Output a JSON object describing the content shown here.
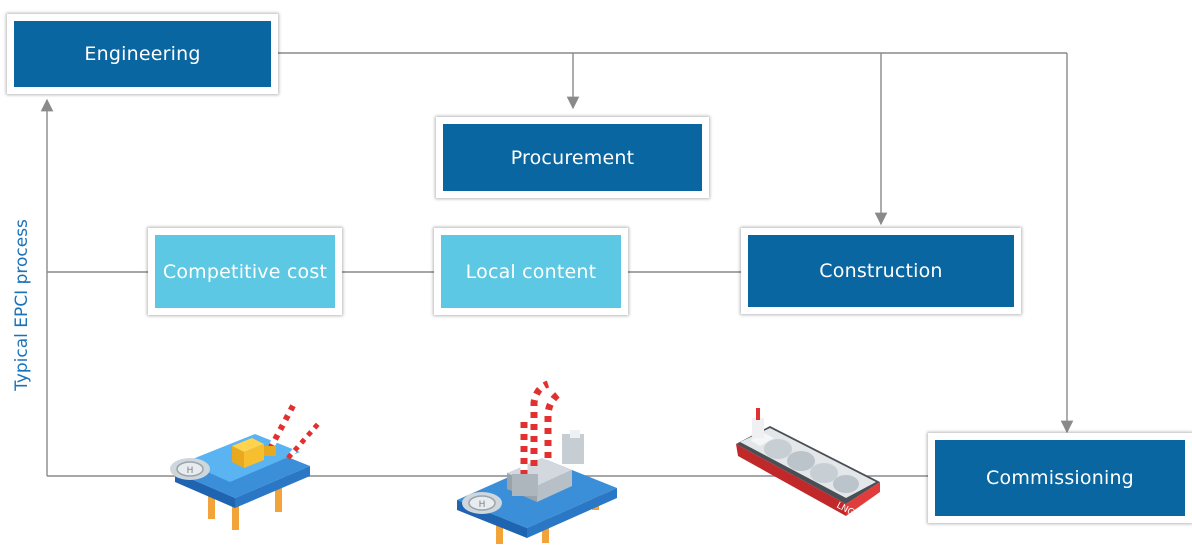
{
  "side_label": "Typical EPCI process",
  "nodes": {
    "engineering": "Engineering",
    "procurement": "Procurement",
    "competitive_cost": "Competitive cost",
    "local_content": "Local content",
    "construction": "Construction",
    "commissioning": "Commissioning"
  },
  "icons": {
    "platform_1": "offshore-platform-crane-icon",
    "platform_2": "offshore-production-platform-icon",
    "ship": "lng-carrier-ship-icon",
    "ship_text": "LNG"
  },
  "colors": {
    "dark_box": "#0a66a0",
    "light_box": "#5cc8e4",
    "label": "#1a72b8",
    "connector": "#8a8a8a"
  }
}
